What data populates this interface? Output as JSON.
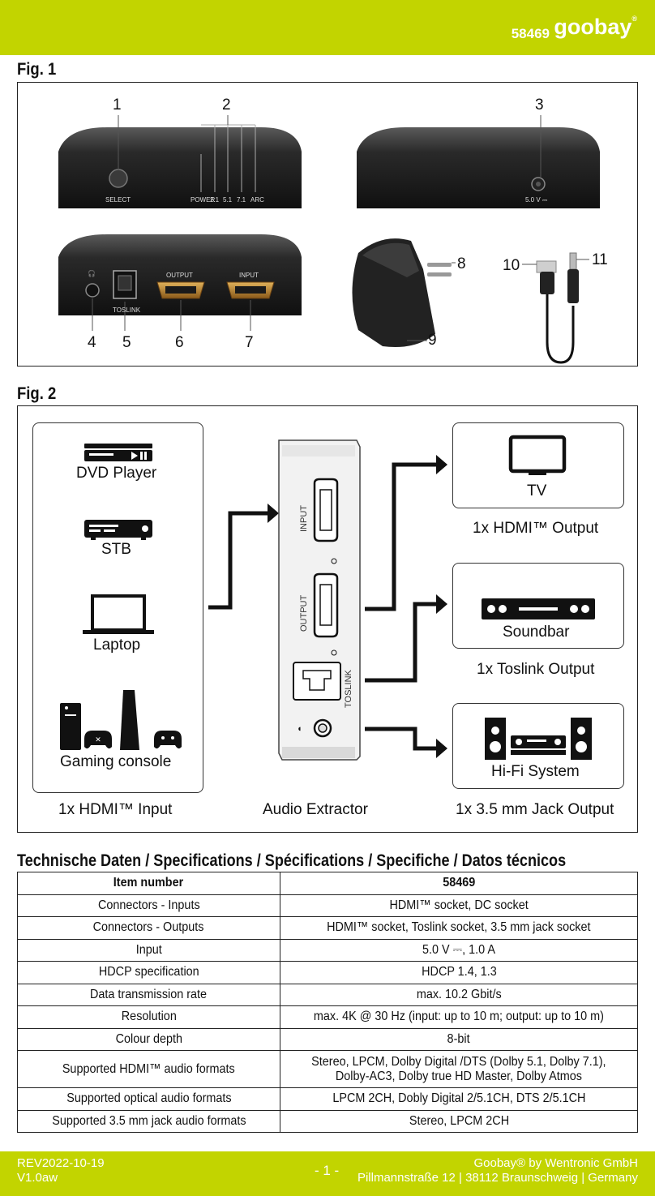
{
  "header": {
    "item_number": "58469",
    "logo_text": "goobay",
    "logo_mark": "®",
    "brand_color": "#c2d400"
  },
  "fig1": {
    "title": "Fig. 1",
    "callouts": [
      "1",
      "2",
      "3",
      "4",
      "5",
      "6",
      "7",
      "8",
      "9",
      "10",
      "11"
    ],
    "device_labels": {
      "select": "SELECT",
      "power": "POWER",
      "ch21": "2.1",
      "ch51": "5.1",
      "ch71": "7.1",
      "arc": "ARC",
      "voltage": "5.0 V ⎓",
      "output": "OUTPUT",
      "input": "INPUT",
      "toslink": "TOSLINK"
    }
  },
  "fig2": {
    "title": "Fig. 2",
    "sources": [
      "DVD Player",
      "STB",
      "Laptop",
      "Gaming console"
    ],
    "source_caption": "1x HDMI™ Input",
    "extractor_caption": "Audio Extractor",
    "extractor_labels": {
      "input": "INPUT",
      "output": "OUTPUT",
      "toslink": "TOSLINK"
    },
    "outputs": [
      {
        "device": "TV",
        "caption": "1x HDMI™ Output"
      },
      {
        "device": "Soundbar",
        "caption": "1x Toslink Output"
      },
      {
        "device": "Hi-Fi System",
        "caption": "1x 3.5 mm Jack Output"
      }
    ]
  },
  "specs": {
    "title": "Technische Daten / Specifications / Spécifications / Specifiche / Datos técnicos",
    "header": [
      "Item number",
      "58469"
    ],
    "rows": [
      [
        "Connectors - Inputs",
        "HDMI™ socket, DC socket"
      ],
      [
        "Connectors - Outputs",
        "HDMI™ socket, Toslink socket, 3.5 mm jack socket"
      ],
      [
        "Input",
        "5.0 V ⎓, 1.0 A"
      ],
      [
        "HDCP specification",
        "HDCP 1.4, 1.3"
      ],
      [
        "Data transmission rate",
        "max. 10.2 Gbit/s"
      ],
      [
        "Resolution",
        "max. 4K @ 30 Hz (input: up to 10 m; output: up to 10 m)"
      ],
      [
        "Colour depth",
        "8-bit"
      ],
      [
        "Supported HDMI™ audio formats",
        "Stereo, LPCM, Dolby Digital /DTS (Dolby 5.1, Dolby 7.1),",
        "Dolby-AC3, Dolby true HD Master, Dolby Atmos"
      ],
      [
        "Supported optical audio formats",
        "LPCM 2CH, Dobly Digital 2/5.1CH, DTS 2/5.1CH"
      ],
      [
        "Supported 3.5 mm jack audio formats",
        "Stereo, LPCM 2CH"
      ]
    ]
  },
  "footer": {
    "rev": "REV2022-10-19",
    "version": "V1.0aw",
    "page": "- 1 -",
    "company": "Goobay® by Wentronic GmbH",
    "address": "Pillmannstraße 12 | 38112 Braunschweig | Germany"
  }
}
